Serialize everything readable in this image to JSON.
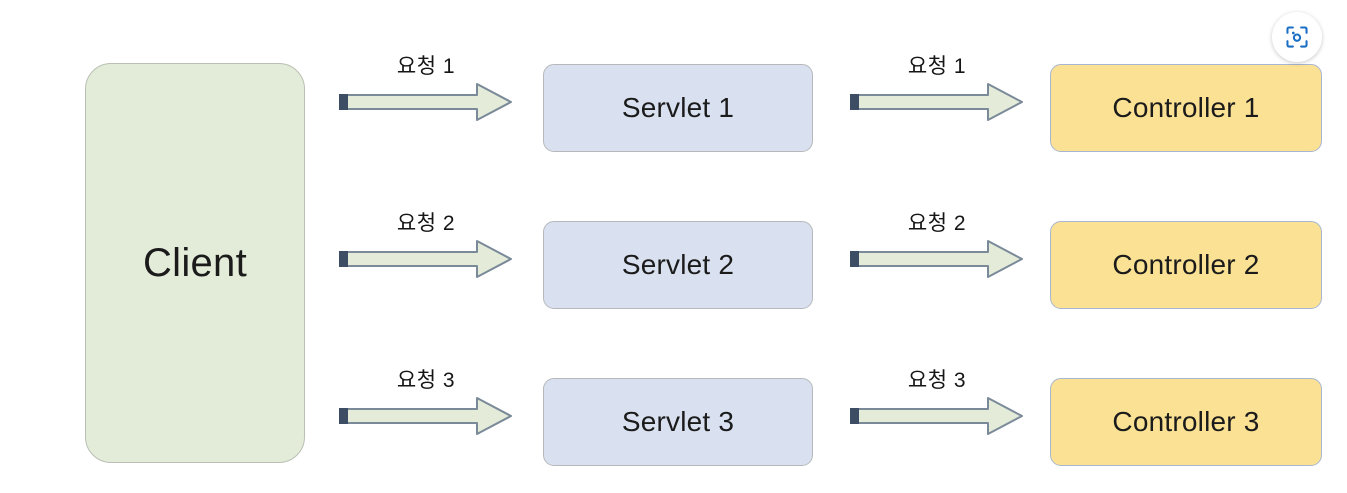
{
  "diagram": {
    "client": {
      "label": "Client",
      "fill": "#e3ecd9",
      "border": "#b9bfb4"
    },
    "colors": {
      "servlet_fill": "#d9e1f0",
      "servlet_border": "#b6b8bb",
      "controller_fill": "#fae194",
      "controller_border": "#a8b6d0",
      "arrow_fill": "#e4ecd9",
      "arrow_border": "#7b8a99",
      "arrow_tail_cap": "#3d4d63",
      "lens_icon": "#1a6fc4",
      "background": "#ffffff"
    },
    "rows": [
      {
        "request_label_left": "요청 1",
        "servlet": "Servlet 1",
        "request_label_right": "요청 1",
        "controller": "Controller 1"
      },
      {
        "request_label_left": "요청 2",
        "servlet": "Servlet 2",
        "request_label_right": "요청 2",
        "controller": "Controller 2"
      },
      {
        "request_label_left": "요청 3",
        "servlet": "Servlet 3",
        "request_label_right": "요청 3",
        "controller": "Controller 3"
      }
    ]
  },
  "overlay": {
    "lens_button_icon": "google-lens-icon"
  }
}
